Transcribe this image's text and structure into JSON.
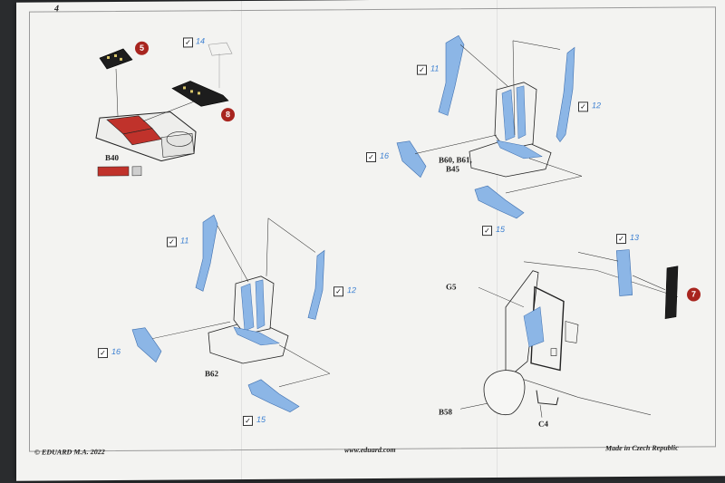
{
  "page": {
    "number": "4",
    "footer_copyright": "© EDUARD  M.A. 2022",
    "footer_url": "www.eduard.com",
    "footer_origin": "Made in Czech Republic"
  },
  "parts": {
    "b40": "B40",
    "b60": "B60, B61,",
    "b45": "B45",
    "b62": "B62",
    "g5": "G5",
    "b58": "B58",
    "c4": "C4"
  },
  "steps": {
    "s5": "5",
    "s8": "8",
    "s7": "7"
  },
  "checkbox_mark": "✓",
  "part_numbers": {
    "p14": "14",
    "p11a": "11",
    "p12a": "12",
    "p16a": "16",
    "p15a": "15",
    "p11b": "11",
    "p12b": "12",
    "p16b": "16",
    "p15b": "15",
    "p13": "13"
  },
  "colors": {
    "paint_red": "#c0322b",
    "etch_blue": "#8cb6e6",
    "step_red": "#a8251f"
  }
}
